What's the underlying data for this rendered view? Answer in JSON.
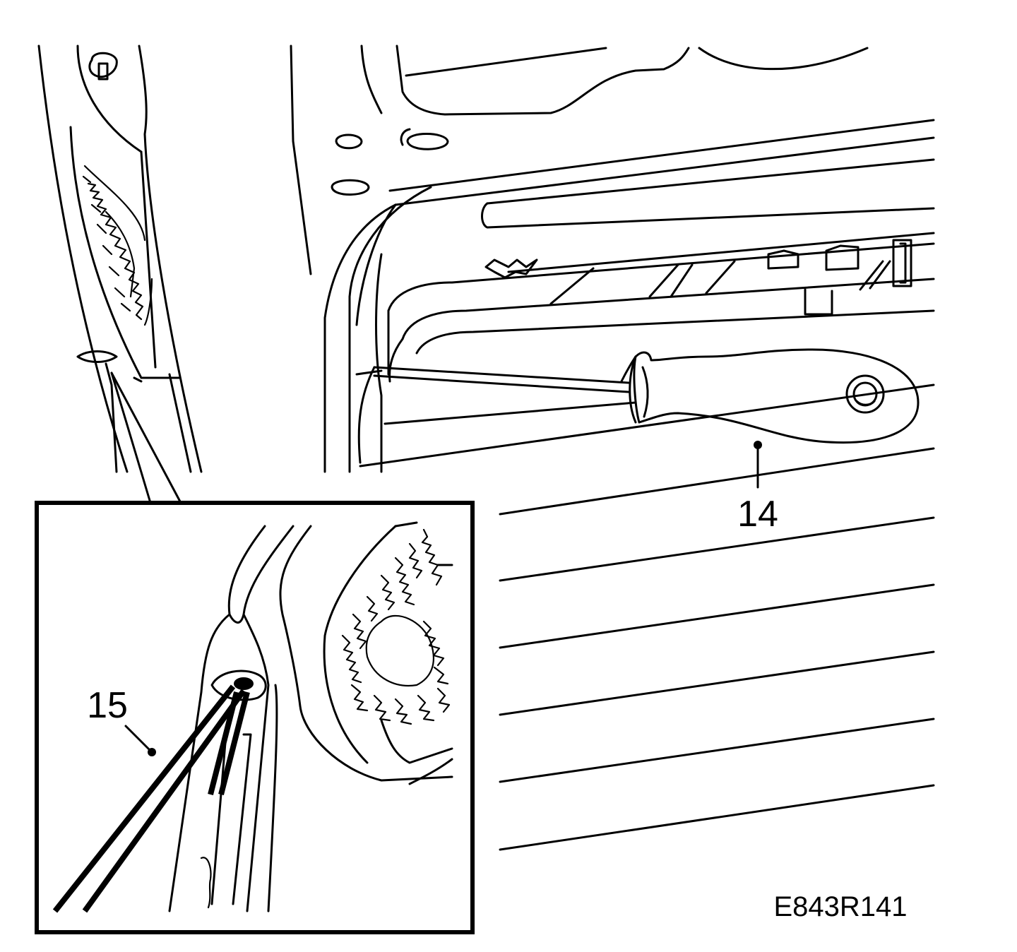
{
  "callouts": {
    "item_14": "14",
    "item_15": "15"
  },
  "figure_code": "E843R141",
  "colors": {
    "ink": "#000000",
    "paper": "#ffffff"
  }
}
